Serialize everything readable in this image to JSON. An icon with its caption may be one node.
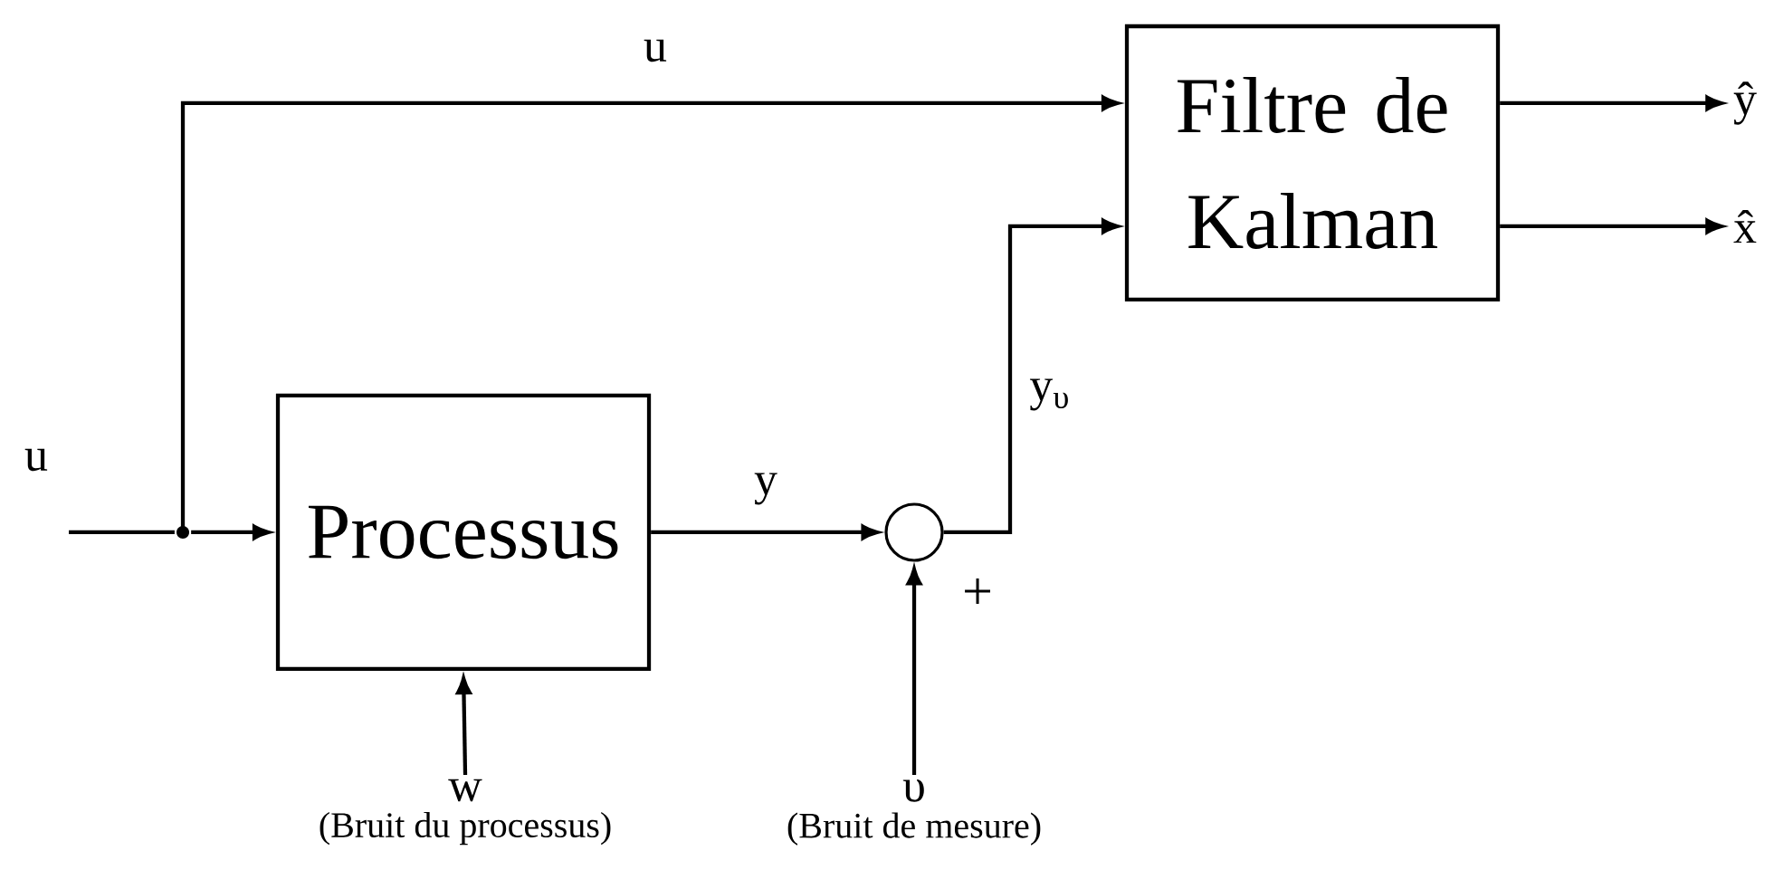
{
  "diagram": {
    "nodes": [
      {
        "text": [
          "Filtre de Kalman"
        ]
      },
      {
        "text": [
          "ŷ"
        ]
      },
      {
        "text": [
          "x̂"
        ]
      },
      {
        "text": [],
        "shape": "dot"
      },
      {
        "text": [
          "Processus"
        ]
      },
      {
        "text": [],
        "shape": "circle",
        "beside": [
          "+"
        ]
      },
      {
        "text": [
          "w",
          "(Bruit du processus)"
        ]
      },
      {
        "text": [
          "υ",
          "(Bruit de mesure)"
        ]
      }
    ],
    "edges": [
      {
        "from": null,
        "to": 3,
        "arrow": "none",
        "label": "u"
      },
      {
        "from": 3,
        "to": 4,
        "arrow": "to"
      },
      {
        "from": 3,
        "to": 0,
        "arrow": "to",
        "label": "u"
      },
      {
        "from": 4,
        "to": 5,
        "arrow": "to",
        "label": "y"
      },
      {
        "from": 5,
        "to": 0,
        "arrow": "to",
        "label": "y$_{υ}$"
      },
      {
        "from": 6,
        "to": 4,
        "arrow": "to"
      },
      {
        "from": 7,
        "to": 5,
        "arrow": "to"
      },
      {
        "from": 0,
        "to": 1,
        "arrow": "to"
      },
      {
        "from": 0,
        "to": 2,
        "arrow": "to"
      }
    ]
  }
}
